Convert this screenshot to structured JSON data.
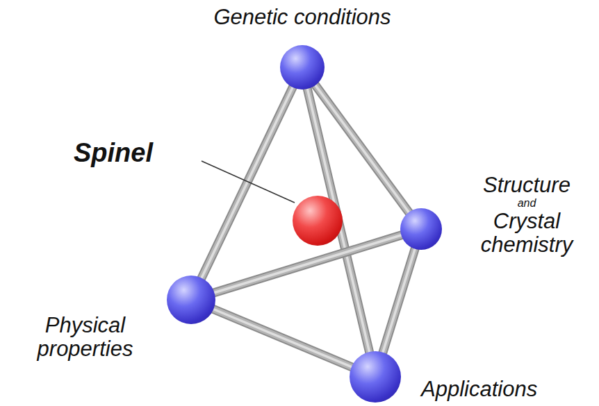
{
  "diagram": {
    "nodes": [
      {
        "text": [
          "Genetic conditions"
        ]
      },
      {
        "text": [
          "Spinel"
        ]
      },
      {
        "text": [
          "Structure and Crystal chemistry"
        ]
      },
      {
        "text": [
          "Physical properties"
        ]
      },
      {
        "text": [
          "Applications"
        ]
      }
    ],
    "edges": [
      {
        "from": 0,
        "to": 3,
        "arrow": "none"
      },
      {
        "from": 0,
        "to": 4,
        "arrow": "none"
      },
      {
        "from": 0,
        "to": 2,
        "arrow": "none"
      },
      {
        "from": 3,
        "to": 2,
        "arrow": "none"
      },
      {
        "from": 3,
        "to": 4,
        "arrow": "none"
      },
      {
        "from": 4,
        "to": 2,
        "arrow": "none"
      }
    ]
  }
}
